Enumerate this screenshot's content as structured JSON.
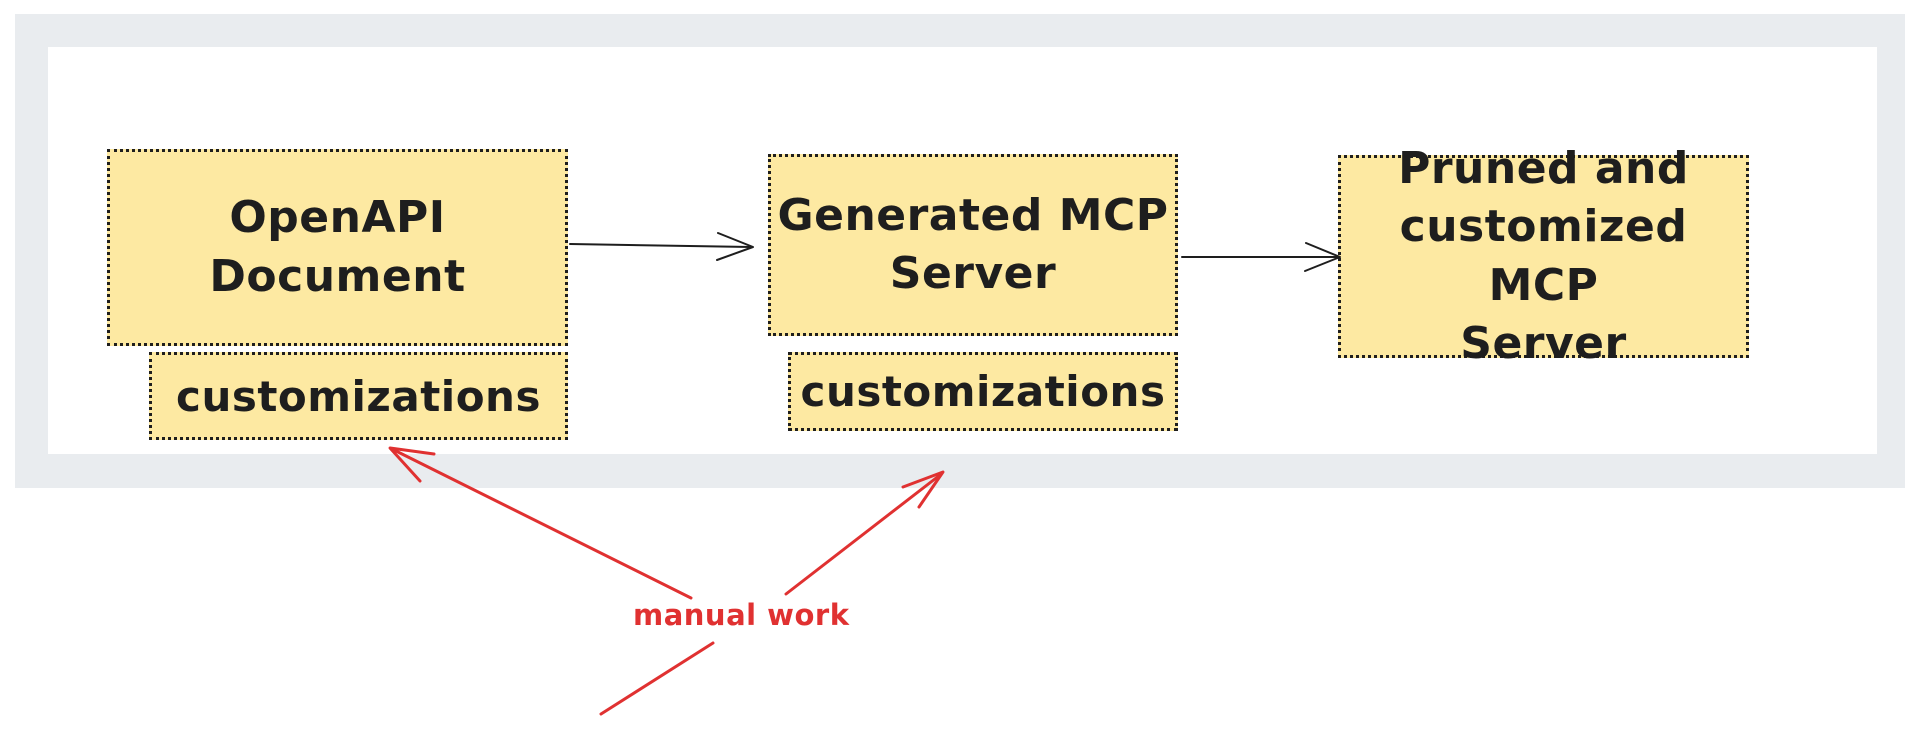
{
  "colors": {
    "frame_bg": "#e9ecef",
    "canvas_bg": "#ffffff",
    "node_fill": "#fde9a2",
    "stroke_dark": "#1e1e1e",
    "accent_red": "#e03131"
  },
  "diagram": {
    "nodes": [
      {
        "id": "openapi-document",
        "label": "OpenAPI\nDocument"
      },
      {
        "id": "openapi-customizations",
        "label": "customizations"
      },
      {
        "id": "generated-mcp-server",
        "label": "Generated MCP\nServer"
      },
      {
        "id": "generated-customizations",
        "label": "customizations"
      },
      {
        "id": "pruned-customized-mcp-server",
        "label": "Pruned and\ncustomized MCP\nServer"
      }
    ],
    "annotation": {
      "label": "manual work"
    }
  }
}
